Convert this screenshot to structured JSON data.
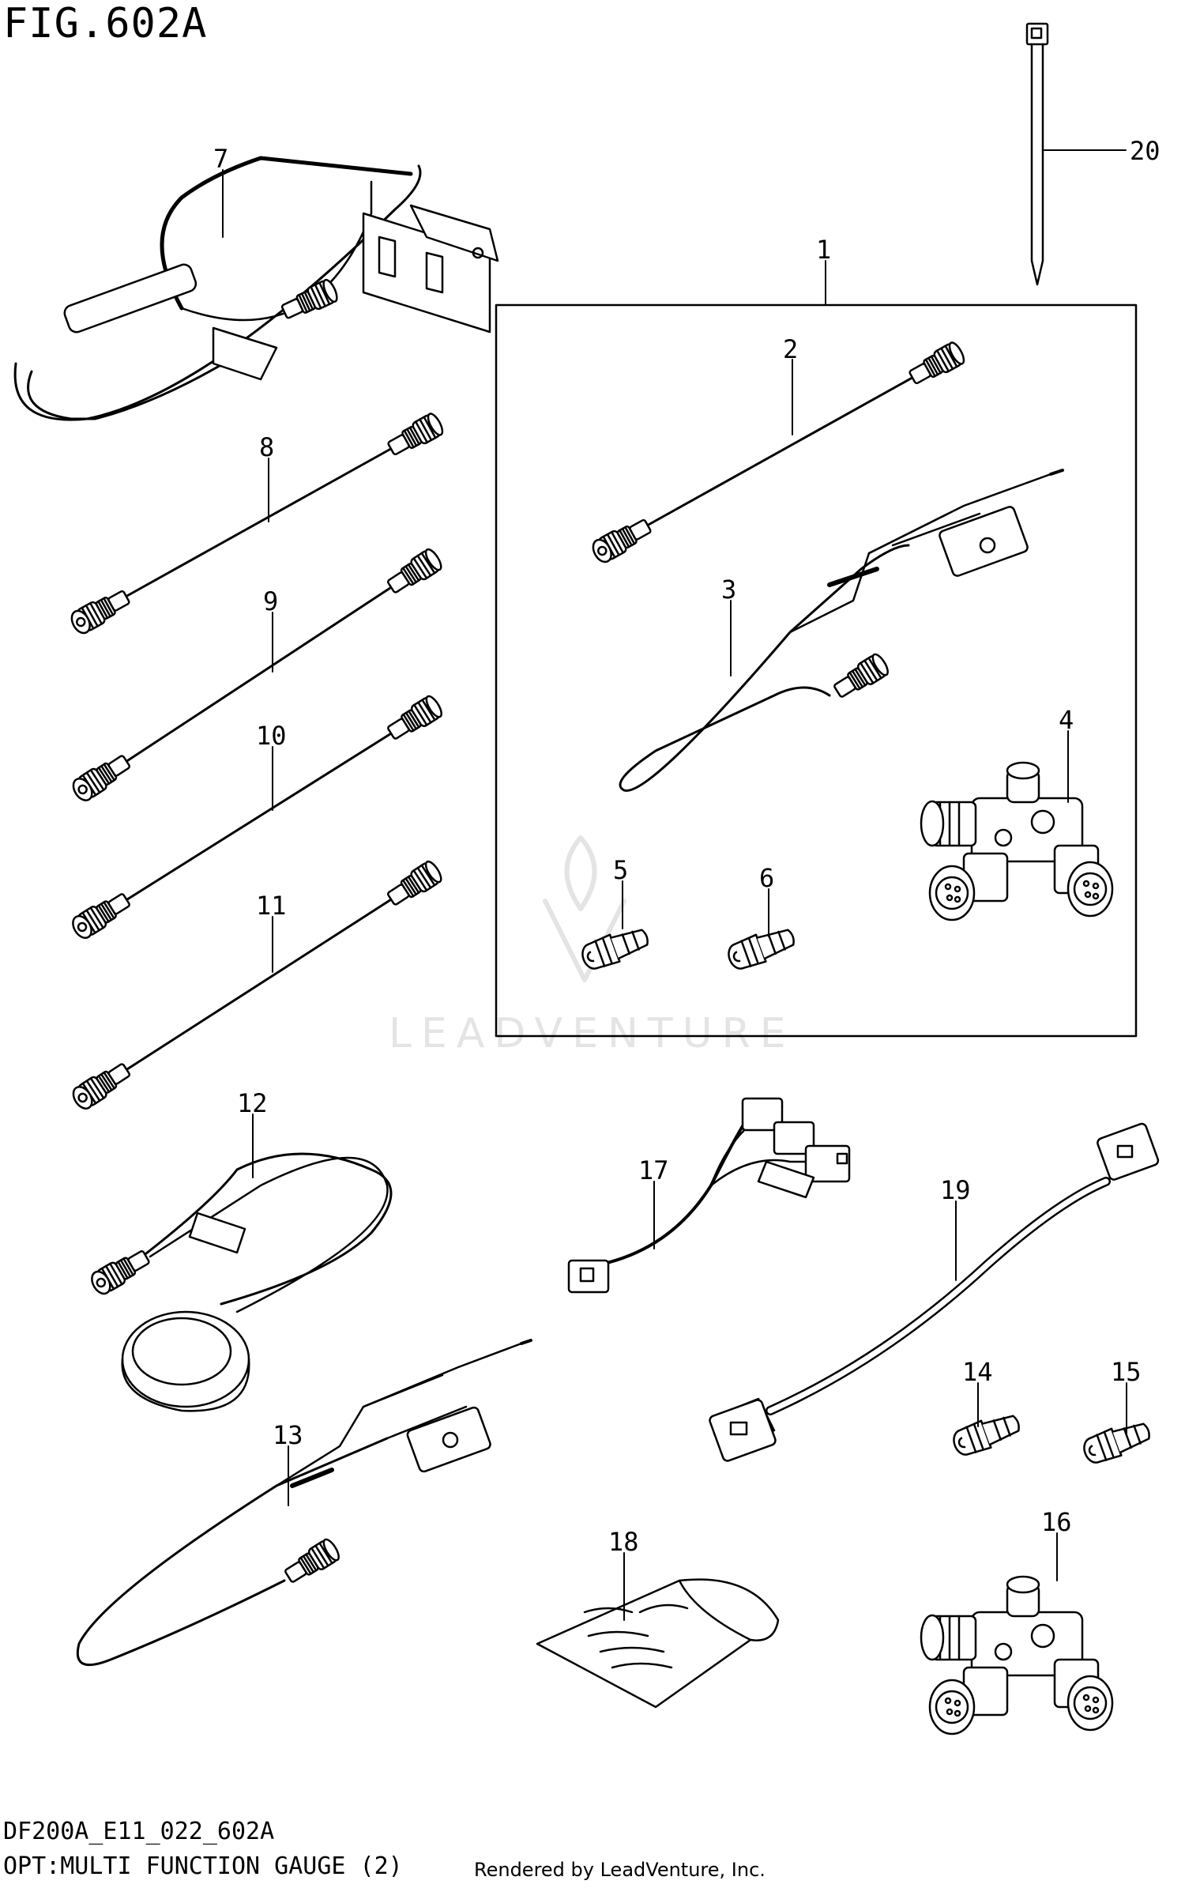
{
  "figure": {
    "title": "FIG.602A",
    "code": "DF200A_E11_022_602A",
    "description": "OPT:MULTI FUNCTION GAUGE (2)",
    "rendered_by": "Rendered by LeadVenture, Inc.",
    "watermark": "LEADVENTURE"
  },
  "callouts": [
    "1",
    "2",
    "3",
    "4",
    "5",
    "6",
    "7",
    "8",
    "9",
    "10",
    "11",
    "12",
    "13",
    "14",
    "15",
    "16",
    "17",
    "18",
    "19",
    "20"
  ],
  "colors": {
    "ink": "#000000",
    "paper": "#ffffff",
    "watermark": "#e4e4e4"
  }
}
